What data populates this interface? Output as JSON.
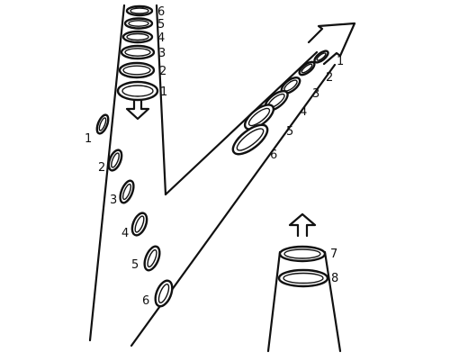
{
  "diagram": {
    "colors": {
      "ink": "#111111",
      "paper": "#ffffff"
    },
    "top_column": {
      "direction": "down",
      "arrow_icon": "down-arrow-icon",
      "labels": [
        "6",
        "5",
        "4",
        "3",
        "2",
        "1"
      ]
    },
    "floating_sequence": {
      "labels": [
        "1",
        "2",
        "3",
        "4",
        "5",
        "6"
      ]
    },
    "diagonal_beam": {
      "direction": "up-right",
      "arrow_icon": "up-right-arrow-icon",
      "labels": [
        "1",
        "2",
        "3",
        "4",
        "5",
        "6"
      ]
    },
    "short_column": {
      "direction": "up",
      "arrow_icon": "up-arrow-icon",
      "labels": [
        "7",
        "8"
      ]
    }
  }
}
